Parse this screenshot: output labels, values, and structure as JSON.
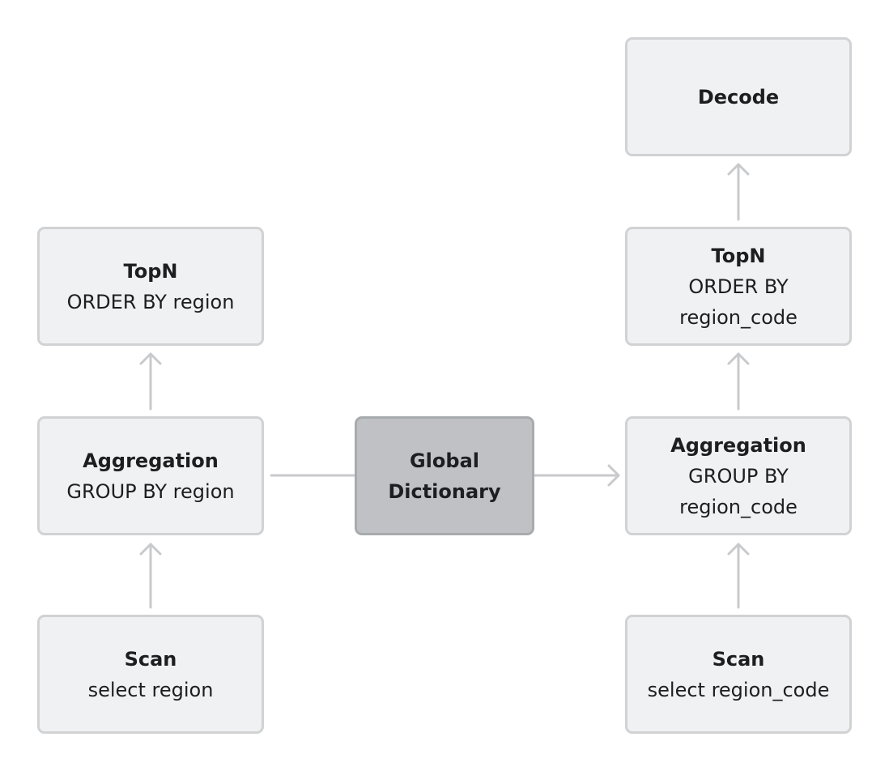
{
  "nodes": {
    "left_topn": {
      "title": "TopN",
      "lines": [
        "ORDER BY region"
      ]
    },
    "left_agg": {
      "title": "Aggregation",
      "lines": [
        "GROUP BY region"
      ]
    },
    "left_scan": {
      "title": "Scan",
      "lines": [
        "select region"
      ]
    },
    "global": {
      "title": "",
      "lines": [
        "Global",
        "Dictionary"
      ]
    },
    "decode": {
      "title": "Decode",
      "lines": []
    },
    "right_topn": {
      "title": "TopN",
      "lines": [
        "ORDER BY",
        "region_code"
      ]
    },
    "right_agg": {
      "title": "Aggregation",
      "lines": [
        "GROUP BY",
        "region_code"
      ]
    },
    "right_scan": {
      "title": "Scan",
      "lines": [
        "select region_code"
      ]
    }
  },
  "colors": {
    "node_fill": "#f0f1f2",
    "node_border": "#d0d2d4",
    "highlight_fill": "#bfc1c4",
    "highlight_border": "#a8abae",
    "arrow": "#c8cacc",
    "text": "#1c1e21"
  }
}
